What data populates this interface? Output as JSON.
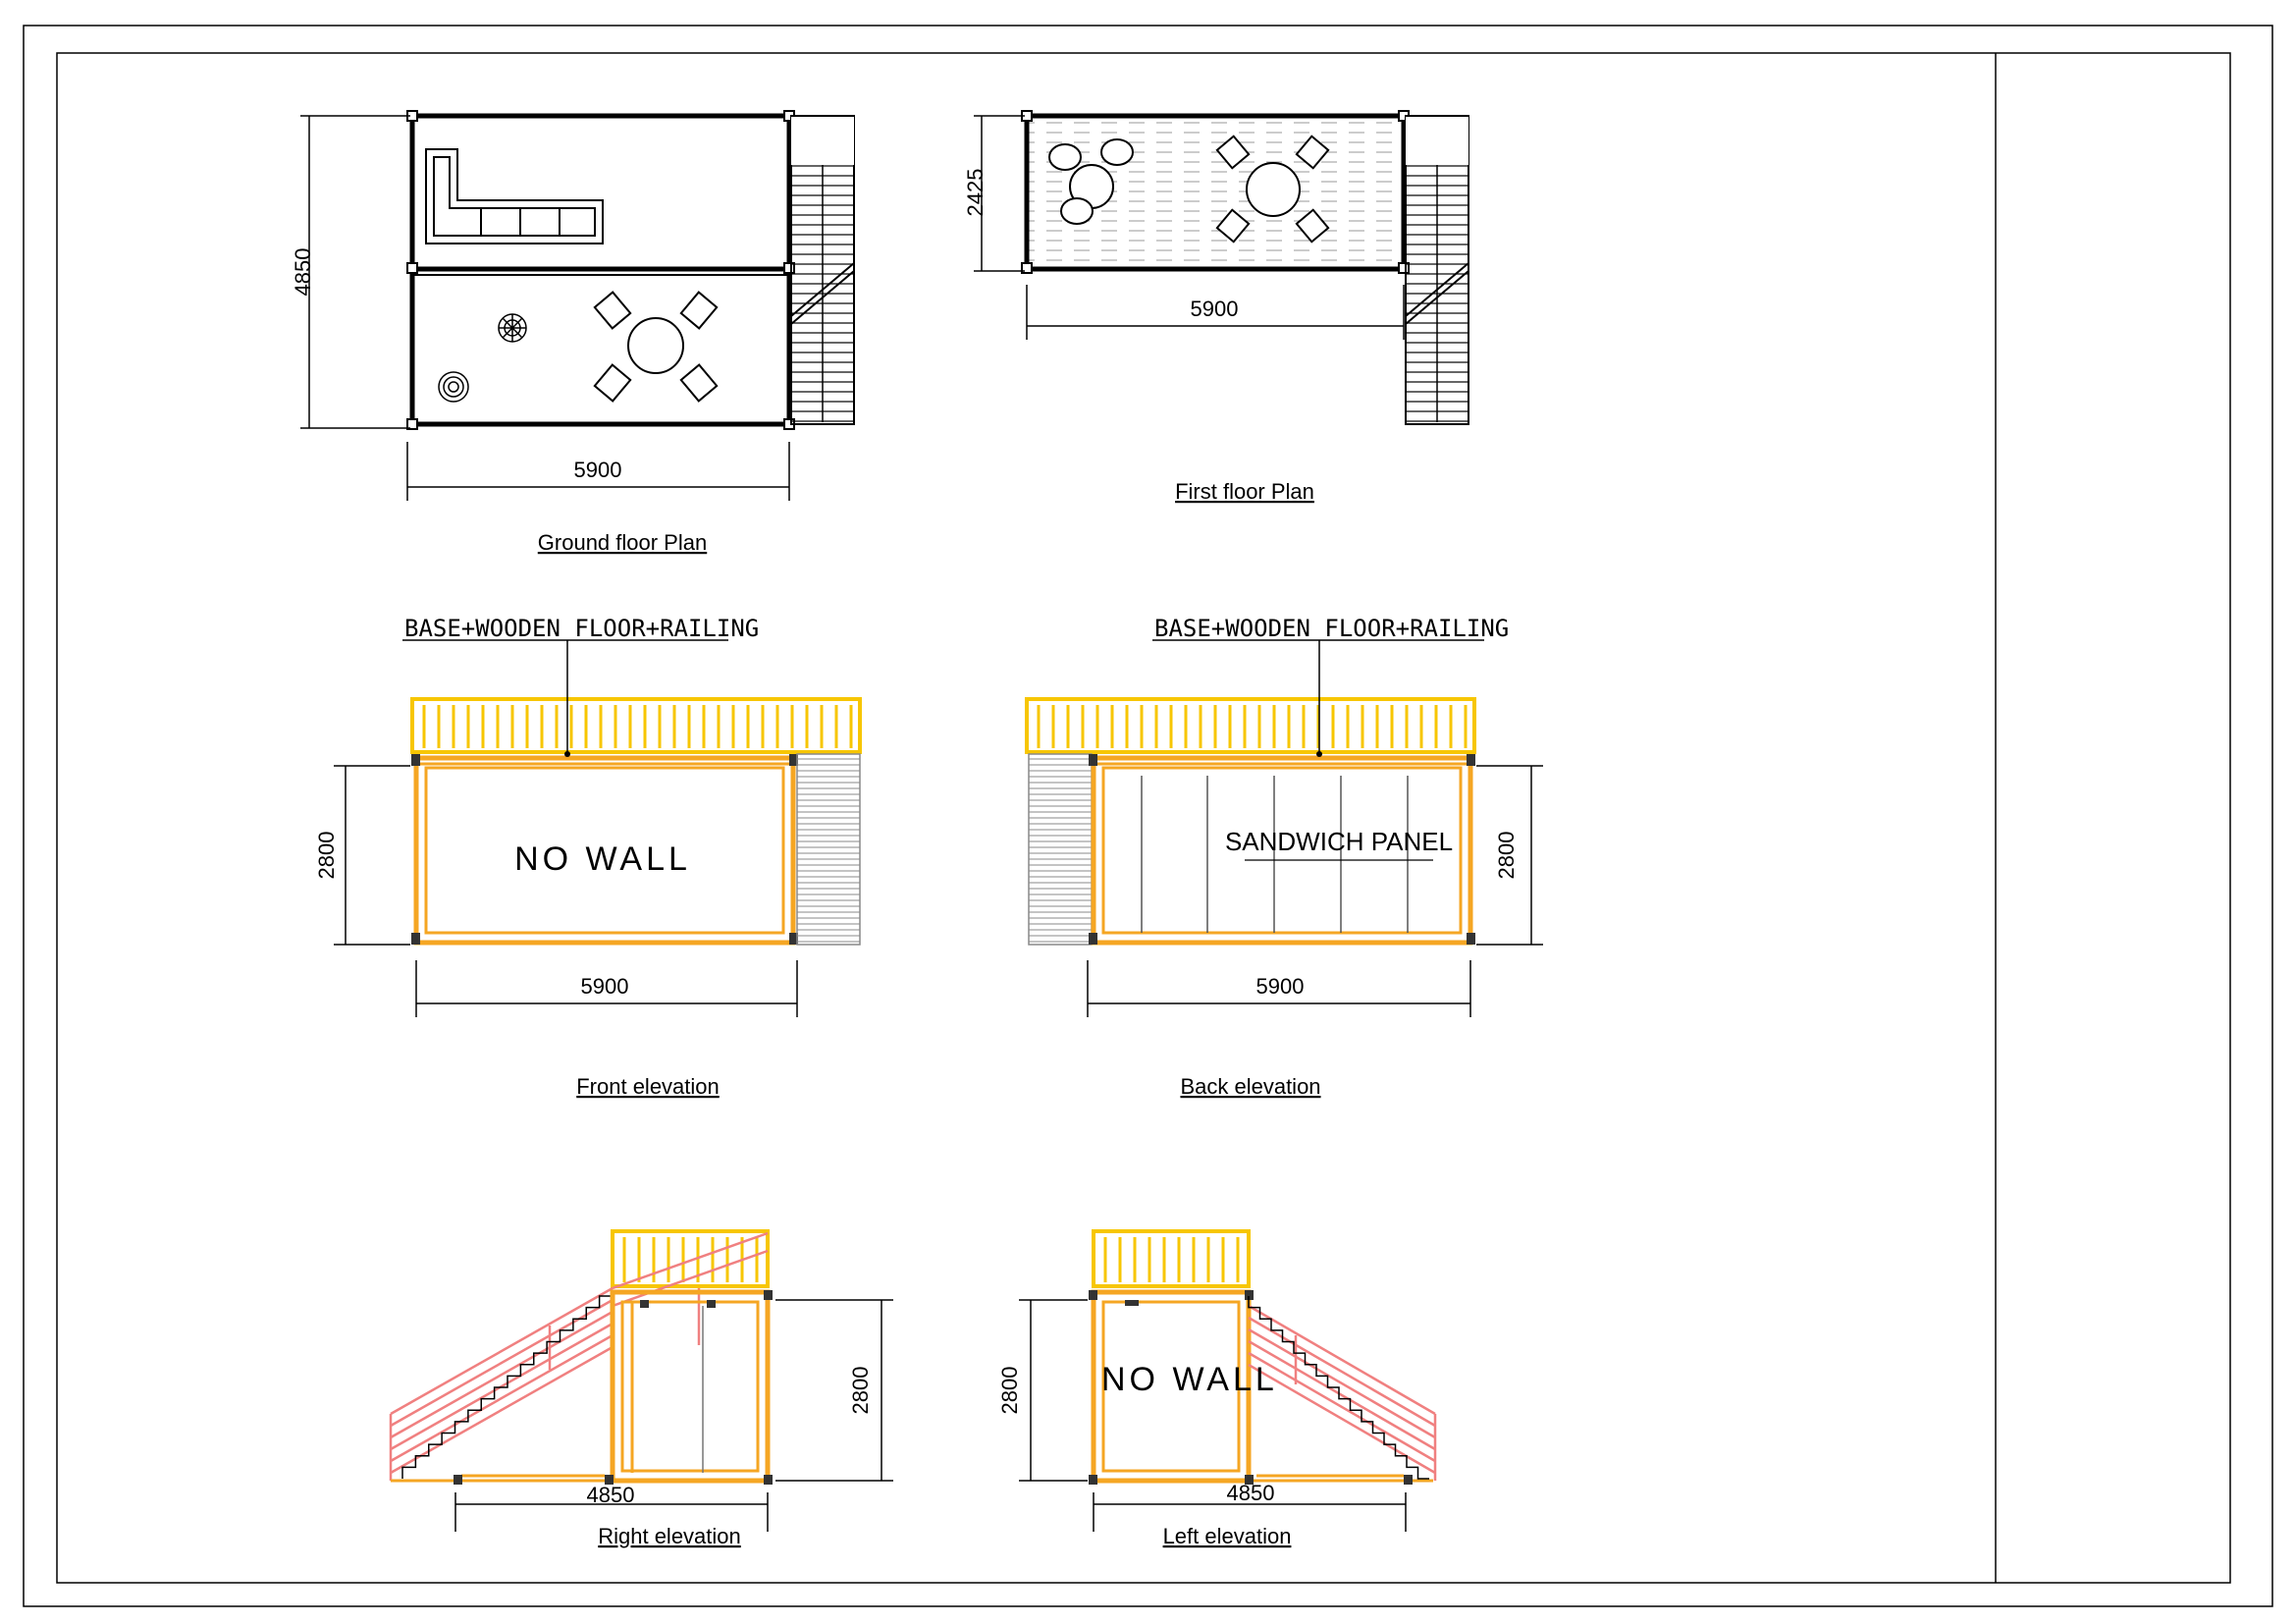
{
  "sheet": {
    "colors": {
      "line": "#000000",
      "frame": "#f5a623",
      "railing": "#f7c600",
      "stair_rail": "#f08080",
      "gray": "#777777"
    }
  },
  "ground_floor": {
    "title": "Ground floor Plan",
    "dim_width": "5900",
    "dim_depth": "4850"
  },
  "first_floor": {
    "title": "First floor Plan",
    "dim_width": "5900",
    "dim_depth": "2425"
  },
  "front": {
    "title": "Front elevation",
    "note": "BASE+WOODEN FLOOR+RAILING",
    "center_label": "NO WALL",
    "dim_width": "5900",
    "dim_height": "2800"
  },
  "back": {
    "title": "Back elevation",
    "note": "BASE+WOODEN FLOOR+RAILING",
    "center_label": "SANDWICH PANEL",
    "dim_width": "5900",
    "dim_height": "2800"
  },
  "right": {
    "title": "Right elevation",
    "dim_width": "4850",
    "dim_height": "2800"
  },
  "left": {
    "title": "Left elevation",
    "center_label": "NO WALL",
    "dim_width": "4850",
    "dim_height": "2800"
  }
}
